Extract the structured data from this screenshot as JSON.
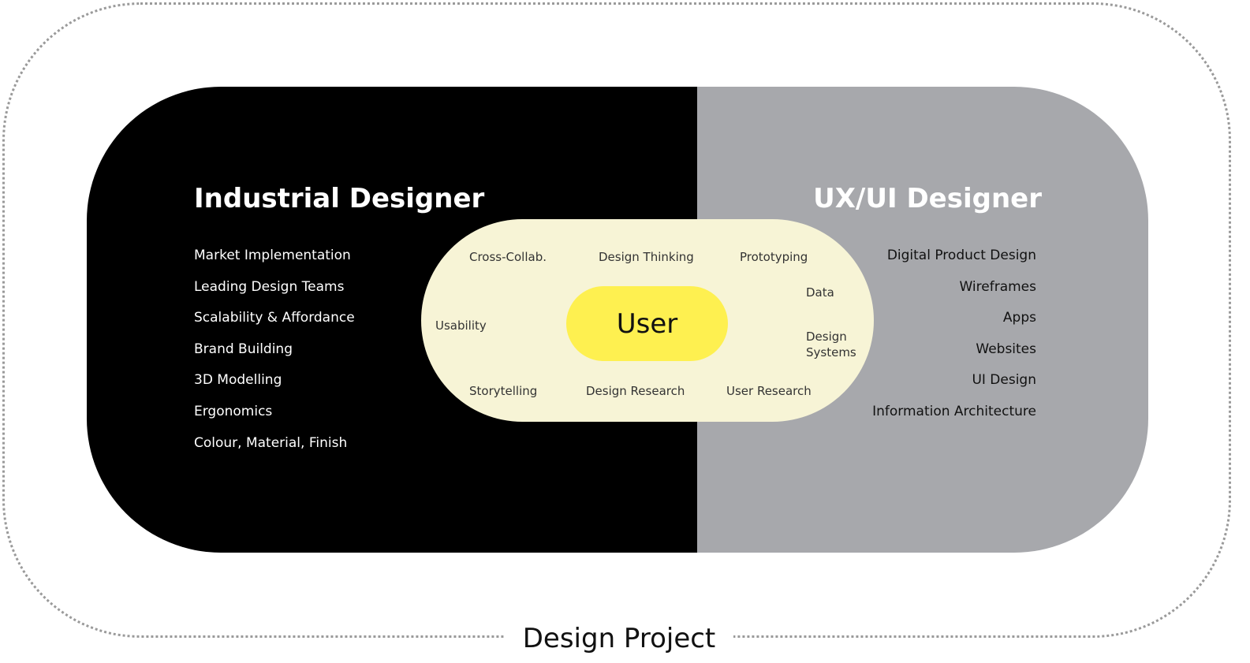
{
  "container_label": "Design Project",
  "industrial": {
    "title": "Industrial Designer",
    "items": [
      "Market Implementation",
      "Leading Design Teams",
      "Scalability & Affordance",
      "Brand Building",
      "3D Modelling",
      "Ergonomics",
      "Colour, Material, Finish"
    ]
  },
  "uxui": {
    "title": "UX/UI Designer",
    "items": [
      "Digital Product Design",
      "Wireframes",
      "Apps",
      "Websites",
      "UI Design",
      "Information Architecture"
    ]
  },
  "shared": {
    "center": "User",
    "skills": [
      "Cross-Collab.",
      "Design Thinking",
      "Prototyping",
      "Data",
      "Usability",
      "Design Systems",
      "Storytelling",
      "Design Research",
      "User Research"
    ]
  },
  "colors": {
    "industrial": "#000000",
    "uxui": "#a7a8ac",
    "shared": "#f7f4d6",
    "user": "#fef050"
  }
}
